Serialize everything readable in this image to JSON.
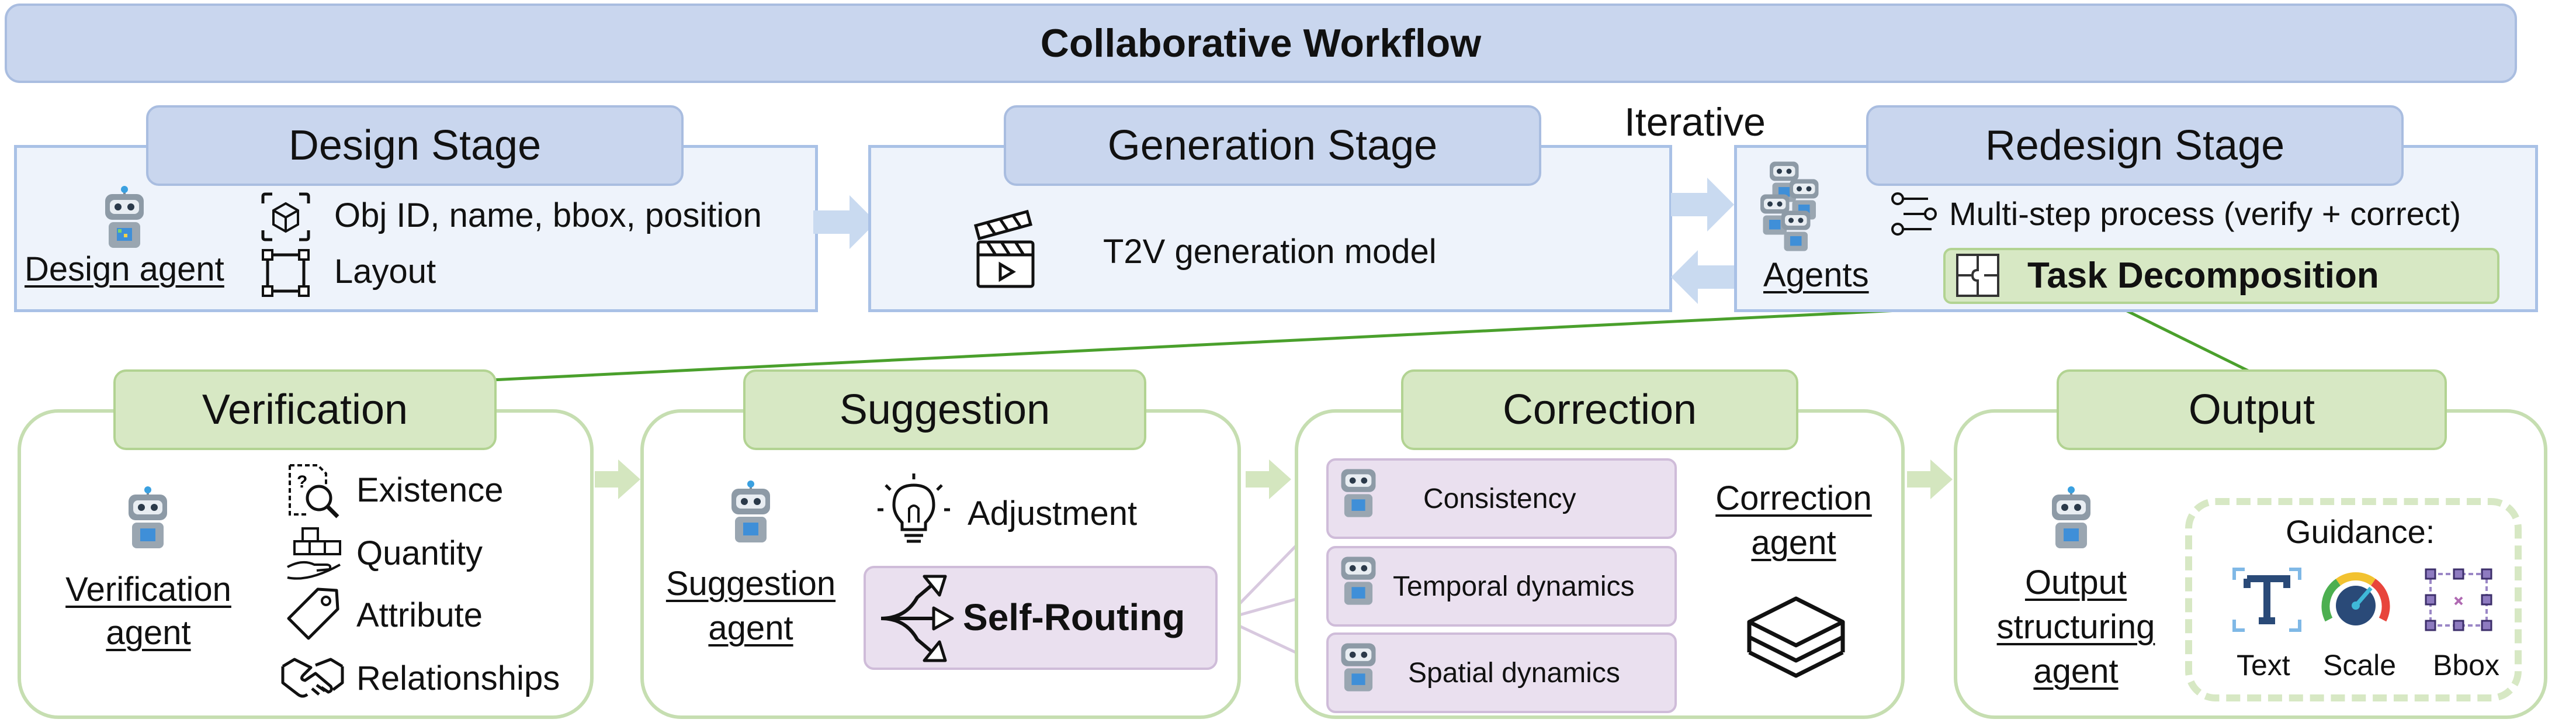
{
  "title": "Collaborative Workflow",
  "iterative_label": "Iterative",
  "design": {
    "stage_label": "Design Stage",
    "agent_label": "Design agent",
    "items": [
      "Obj ID, name, bbox, position",
      "Layout"
    ]
  },
  "generation": {
    "stage_label": "Generation Stage",
    "model_label": "T2V generation model"
  },
  "redesign": {
    "stage_label": "Redesign Stage",
    "agent_label": "Agents",
    "process_label": "Multi-step process (verify + correct)",
    "task_label": "Task Decomposition"
  },
  "verification": {
    "stage_label": "Verification",
    "agent_label_1": "Verification",
    "agent_label_2": "agent",
    "items": [
      "Existence",
      "Quantity",
      "Attribute",
      "Relationships"
    ]
  },
  "suggestion": {
    "stage_label": "Suggestion",
    "agent_label_1": "Suggestion",
    "agent_label_2": "agent",
    "adjustment_label": "Adjustment",
    "routing_label": "Self-Routing"
  },
  "correction": {
    "stage_label": "Correction",
    "agent_label_1": "Correction",
    "agent_label_2": "agent",
    "items": [
      "Consistency",
      "Temporal dynamics",
      "Spatial dynamics"
    ]
  },
  "output": {
    "stage_label": "Output",
    "agent_label_1": "Output",
    "agent_label_2": "structuring",
    "agent_label_3": "agent",
    "guidance_label": "Guidance:",
    "guidance_items": [
      "Text",
      "Scale",
      "Bbox"
    ]
  },
  "colors": {
    "blue_fill": "#c9d6ee",
    "green_fill": "#d7e8c4",
    "purple_fill": "#eae0ef",
    "arrow_blue": "#c9daf0",
    "arrow_green": "#d4e6bf",
    "connector_green": "#4aa02c"
  }
}
